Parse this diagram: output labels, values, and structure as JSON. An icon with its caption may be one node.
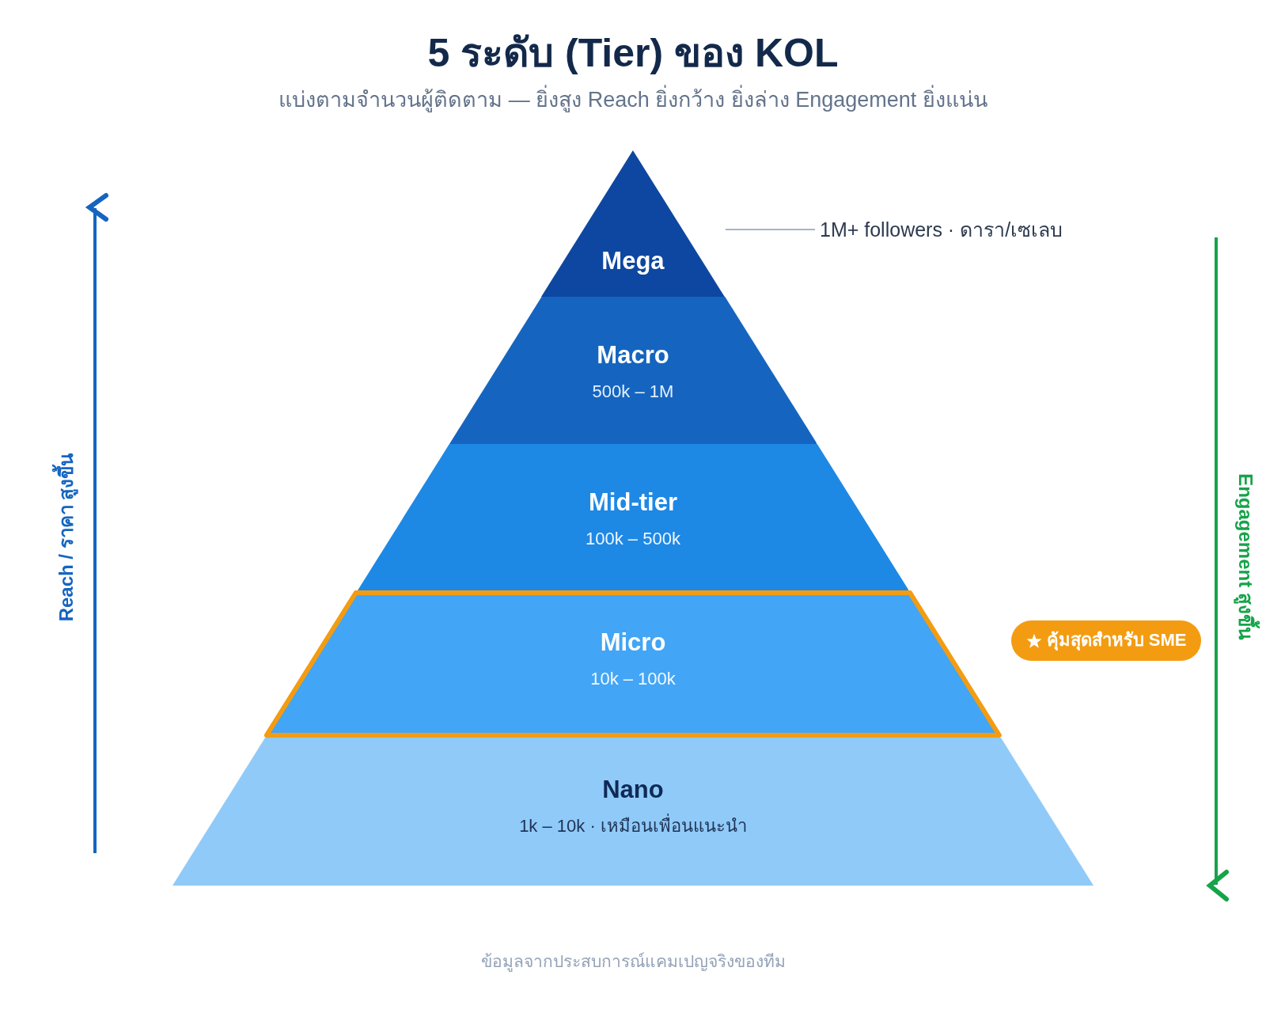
{
  "diagram": {
    "title": "5 ระดับ (Tier) ของ KOL",
    "caption": "ข้อมูลจากประสบการณ์แคมเปญจริงของทีม",
    "nodes": [
      {
        "text": [
          "Mega"
        ]
      },
      {
        "text": [
          "Macro",
          "500k – 1M"
        ]
      },
      {
        "text": [
          "Mid-tier",
          "100k – 500k"
        ]
      },
      {
        "text": [
          "Micro",
          "10k – 100k"
        ]
      },
      {
        "text": [
          "Nano",
          "1k – 10k · เหมือนเพื่อนแนะนำ"
        ]
      },
      {
        "text": [
          "1M+ followers · ดารา/เซเลบ"
        ]
      },
      {
        "text": [
          "คุ้มสุดสำหรับ SME"
        ]
      }
    ],
    "edges": [
      {
        "from": 5,
        "to": 0,
        "arrow": "none"
      }
    ],
    "labels": [
      "แบ่งตามจำนวนผู้ติดตาม — ยิ่งสูง Reach ยิ่งกว้าง ยิ่งล่าง Engagement ยิ่งแน่น",
      "Reach / ราคา สูงขึ้น",
      "Engagement สูงขึ้น"
    ]
  }
}
